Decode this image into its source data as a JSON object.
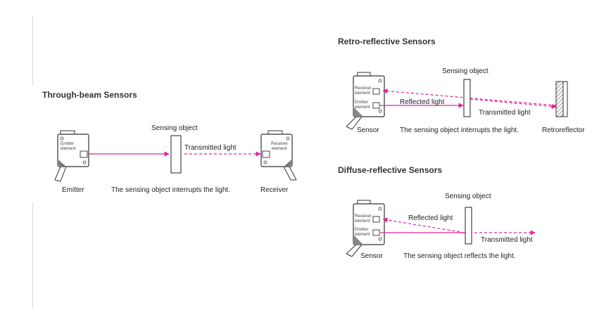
{
  "through_beam": {
    "title": "Through-beam Sensors",
    "sensing_object": "Sensing object",
    "transmitted_light": "Transmitted light",
    "emitter_element": [
      "Emitter",
      "element"
    ],
    "receiver_element": [
      "Receiver",
      "element"
    ],
    "emitter": "Emitter",
    "receiver": "Receiver",
    "caption": "The sensing object interrupts the light."
  },
  "retro": {
    "title": "Retro-reflective Sensors",
    "sensing_object": "Sensing object",
    "receiver_element": [
      "Receiver",
      "element"
    ],
    "emitter_element": [
      "Emitter",
      "element"
    ],
    "reflected_light": "Reflected light",
    "transmitted_light": "Transmitted light",
    "sensor": "Sensor",
    "caption": "The sensing object interrupts the light.",
    "retroreflector": "Retroreflector"
  },
  "diffuse": {
    "title": "Diffuse-reflective Sensors",
    "sensing_object": "Sensing object",
    "receiver_element": [
      "Receiver",
      "element"
    ],
    "emitter_element": [
      "Emitter",
      "element"
    ],
    "reflected_light": "Reflected light",
    "transmitted_light": "Transmitted light",
    "sensor": "Sensor",
    "caption": "The sensing object reflects the light."
  },
  "colors": {
    "beam": "#e0249a",
    "outline": "#333333"
  }
}
